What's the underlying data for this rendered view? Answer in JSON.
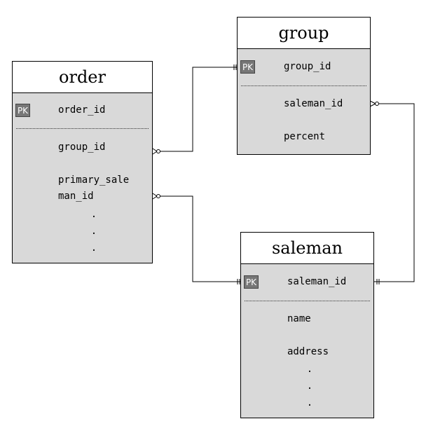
{
  "entities": {
    "order": {
      "title": "order",
      "pk_badge": "PK",
      "pk_field": "order_id",
      "fields": [
        "group_id",
        "primary_sale",
        "man_id"
      ],
      "continuation": [
        ".",
        ".",
        "."
      ]
    },
    "group": {
      "title": "group",
      "pk_badge": "PK",
      "pk_field": "group_id",
      "fields": [
        "saleman_id",
        "percent"
      ]
    },
    "saleman": {
      "title": "saleman",
      "pk_badge": "PK",
      "pk_field": "saleman_id",
      "fields": [
        "name",
        "address"
      ],
      "continuation": [
        ".",
        ".",
        "."
      ]
    }
  },
  "relationships": [
    {
      "from": "order.group_id",
      "to": "group.group_id",
      "from_end": "zero-or-many",
      "to_end": "one"
    },
    {
      "from": "order.primary_saleman_id",
      "to": "saleman.saleman_id",
      "from_end": "zero-or-many",
      "to_end": "one"
    },
    {
      "from": "group.saleman_id",
      "to": "saleman.saleman_id",
      "from_end": "zero-or-many",
      "to_end": "one"
    }
  ],
  "colors": {
    "entity_fill": "#d9d9d9",
    "header_fill": "#ffffff",
    "pk_badge": "#777777",
    "line": "#000000"
  }
}
